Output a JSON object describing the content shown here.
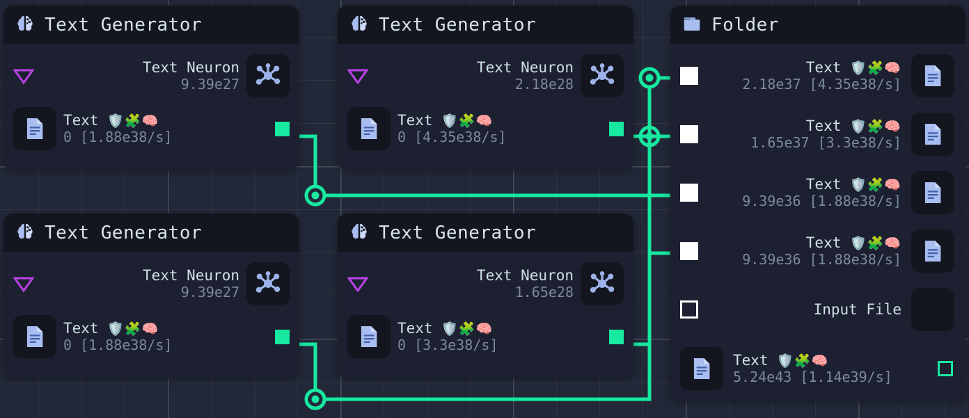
{
  "canvas": {
    "background": "#222838",
    "grid_color": "#2e3648",
    "wire_color": "#17e9a0"
  },
  "nodes": [
    {
      "id": "gen-1",
      "title": "Text Generator",
      "title_icon": "brain-icon",
      "collapse_icon": "triangle-down-icon",
      "neuron": {
        "label": "Text Neuron",
        "value": "9.39e27",
        "icon": "neuron-network-icon"
      },
      "output": {
        "label": "Text",
        "glyphs": "🛡️🧩🧠",
        "value": "0 [1.88e38/s]",
        "icon": "document-icon",
        "port": "filled"
      }
    },
    {
      "id": "gen-2",
      "title": "Text Generator",
      "title_icon": "brain-icon",
      "collapse_icon": "triangle-down-icon",
      "neuron": {
        "label": "Text Neuron",
        "value": "2.18e28",
        "icon": "neuron-network-icon"
      },
      "output": {
        "label": "Text",
        "glyphs": "🛡️🧩🧠",
        "value": "0 [4.35e38/s]",
        "icon": "document-icon",
        "port": "filled"
      }
    },
    {
      "id": "gen-3",
      "title": "Text Generator",
      "title_icon": "brain-icon",
      "collapse_icon": "triangle-down-icon",
      "neuron": {
        "label": "Text Neuron",
        "value": "9.39e27",
        "icon": "neuron-network-icon"
      },
      "output": {
        "label": "Text",
        "glyphs": "🛡️🧩🧠",
        "value": "0 [1.88e38/s]",
        "icon": "document-icon",
        "port": "filled"
      }
    },
    {
      "id": "gen-4",
      "title": "Text Generator",
      "title_icon": "brain-icon",
      "collapse_icon": "triangle-down-icon",
      "neuron": {
        "label": "Text Neuron",
        "value": "1.65e28",
        "icon": "neuron-network-icon"
      },
      "output": {
        "label": "Text",
        "glyphs": "🛡️🧩🧠",
        "value": "0 [3.3e38/s]",
        "icon": "document-icon",
        "port": "filled"
      }
    }
  ],
  "folder": {
    "title": "Folder",
    "title_icon": "folder-icon",
    "rows": [
      {
        "checkbox": "solid",
        "label": "Text",
        "glyphs": "🛡️🧩🧠",
        "value": "2.18e37 [4.35e38/s]",
        "icon": "document-icon"
      },
      {
        "checkbox": "solid",
        "label": "Text",
        "glyphs": "🛡️🧩🧠",
        "value": "1.65e37 [3.3e38/s]",
        "icon": "document-icon"
      },
      {
        "checkbox": "solid",
        "label": "Text",
        "glyphs": "🛡️🧩🧠",
        "value": "9.39e36 [1.88e38/s]",
        "icon": "document-icon"
      },
      {
        "checkbox": "solid",
        "label": "Text",
        "glyphs": "🛡️🧩🧠",
        "value": "9.39e36 [1.88e38/s]",
        "icon": "document-icon"
      },
      {
        "checkbox": "hollow",
        "label": "Input File",
        "glyphs": "",
        "value": "",
        "icon": "empty-tile"
      }
    ],
    "output_row": {
      "icon": "document-icon",
      "label": "Text",
      "glyphs": "🛡️🧩🧠",
      "value": "5.24e43 [1.14e39/s]",
      "port": "outline-green"
    }
  }
}
